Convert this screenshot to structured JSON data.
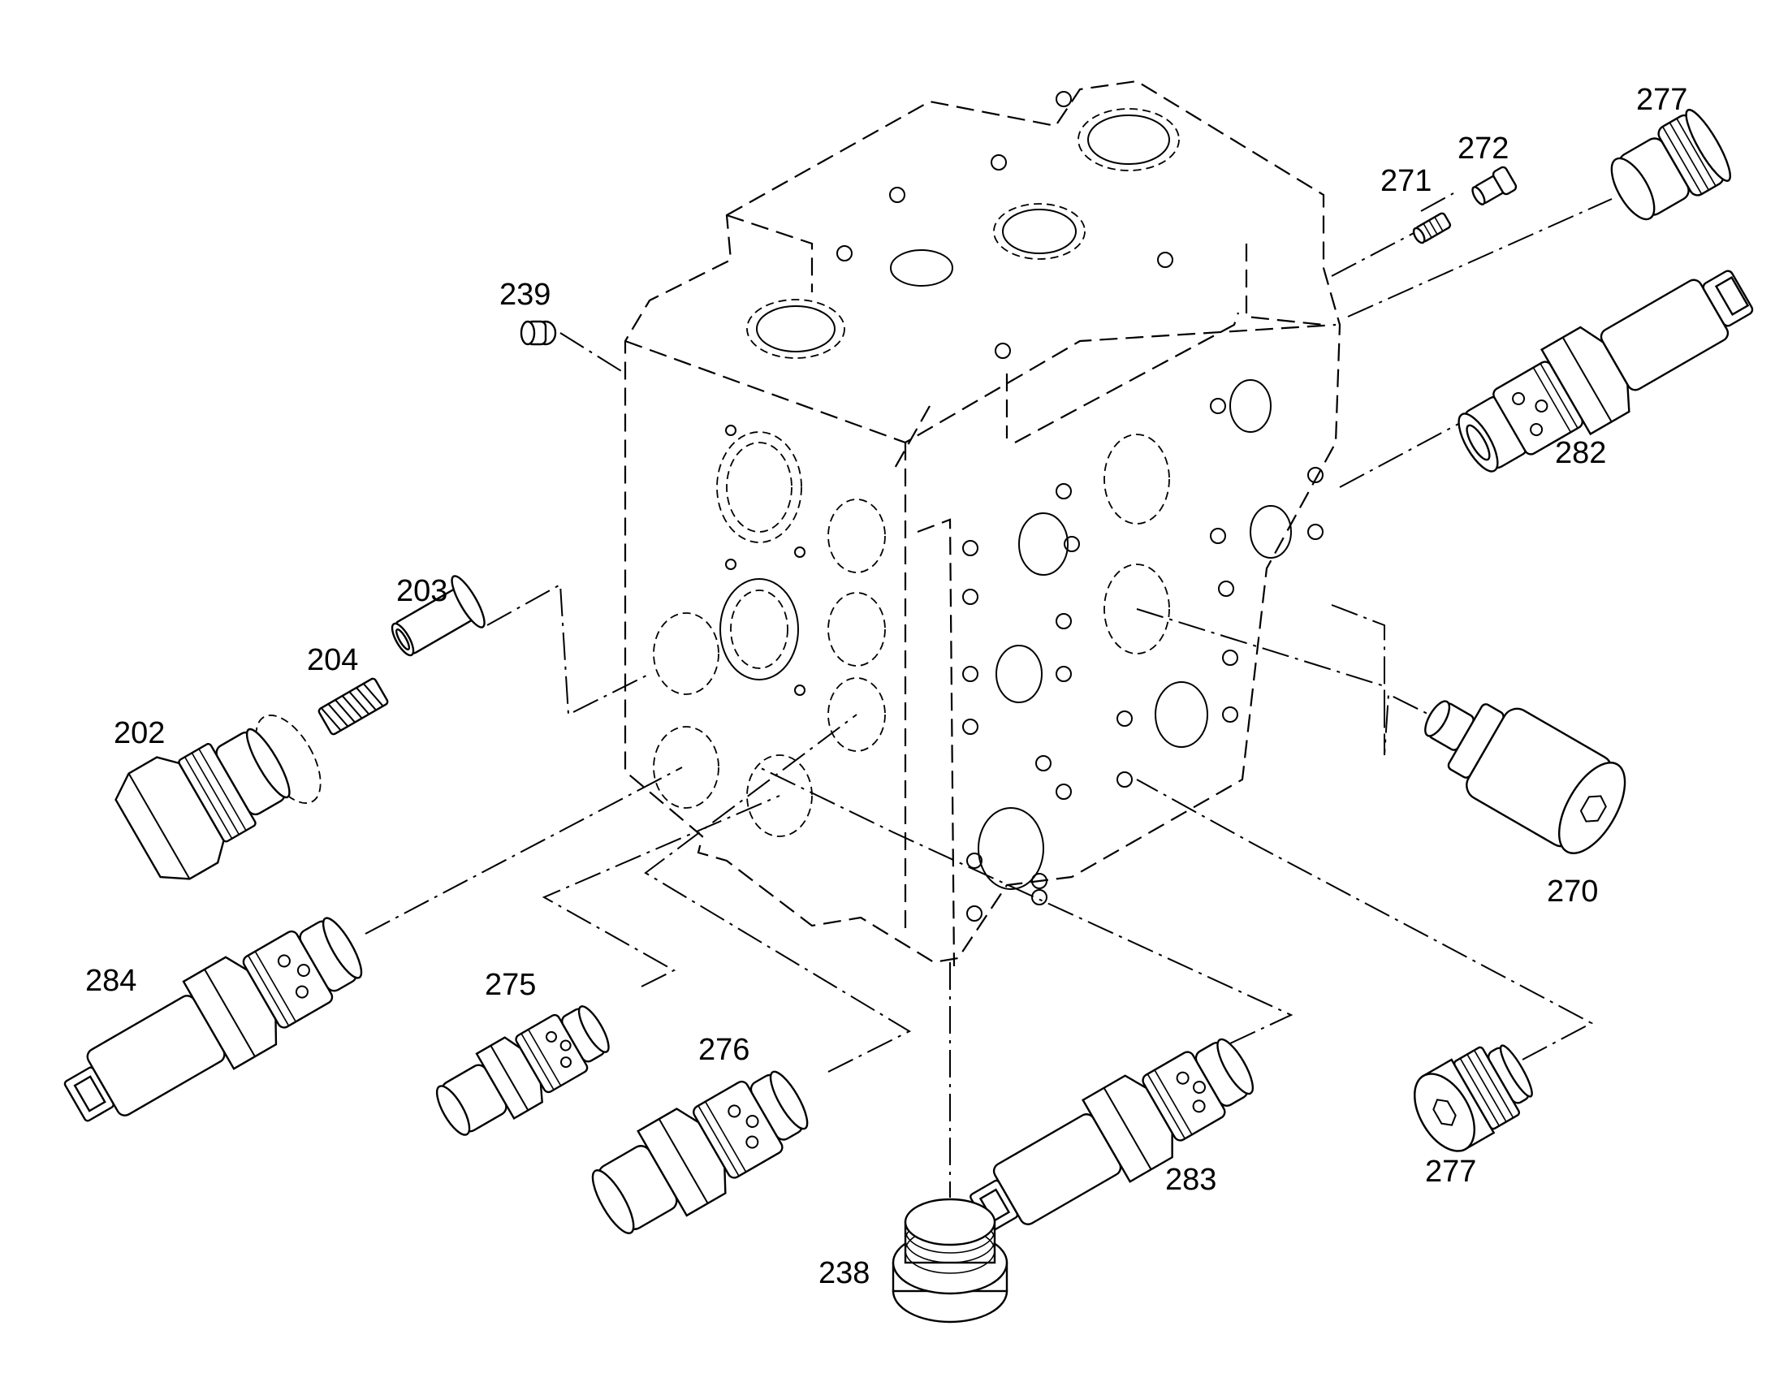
{
  "diagram": {
    "labels": {
      "l202": "202",
      "l203": "203",
      "l204": "204",
      "l238": "238",
      "l239": "239",
      "l270": "270",
      "l271": "271",
      "l272": "272",
      "l275": "275",
      "l276": "276",
      "l277a": "277",
      "l277b": "277",
      "l282": "282",
      "l283": "283",
      "l284": "284"
    }
  }
}
